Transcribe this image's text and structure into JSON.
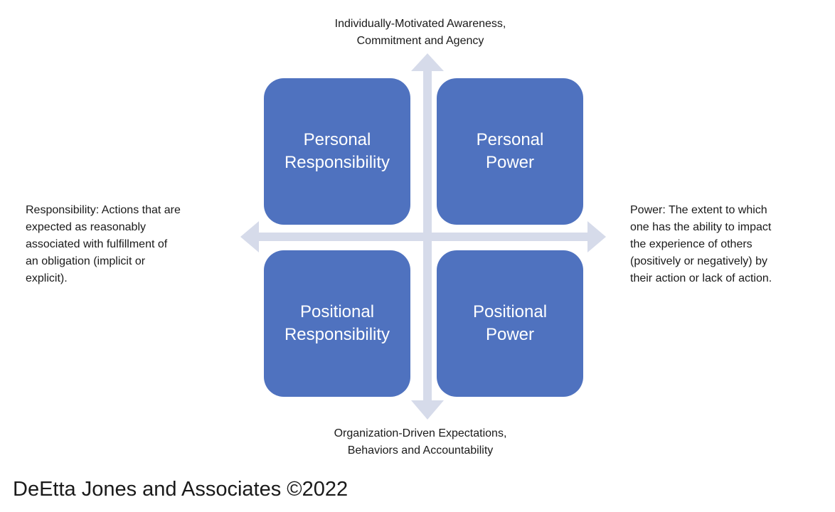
{
  "diagram": {
    "axes": {
      "top": [
        "Individually-Motivated Awareness,",
        "Commitment and Agency"
      ],
      "bottom": [
        "Organization-Driven Expectations,",
        "Behaviors and Accountability"
      ],
      "left": [
        "Responsibility: Actions that are",
        "expected as reasonably",
        "associated with fulfillment of",
        "an obligation (implicit or",
        "explicit)."
      ],
      "right": [
        "Power: The extent to which",
        "one has the ability to impact",
        "the experience of others",
        "(positively or negatively) by",
        "their action or lack of action."
      ]
    },
    "quadrants": {
      "top_left": [
        "Personal",
        "Responsibility"
      ],
      "top_right": [
        "Personal",
        "Power"
      ],
      "bottom_left": [
        "Positional",
        "Responsibility"
      ],
      "bottom_right": [
        "Positional",
        "Power"
      ]
    }
  },
  "footer": {
    "text": "DeEtta Jones and Associates ©2022"
  },
  "colors": {
    "quadrant_fill": "#4f72bf",
    "axis_arrow": "#d6dbea",
    "label_text": "#1a1a1a"
  }
}
